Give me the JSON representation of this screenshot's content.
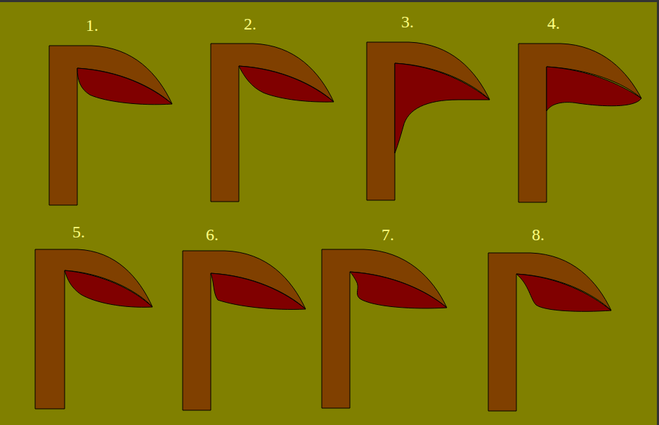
{
  "diagram": {
    "labels": [
      "1.",
      "2.",
      "3.",
      "4.",
      "5.",
      "6.",
      "7.",
      "8."
    ]
  }
}
